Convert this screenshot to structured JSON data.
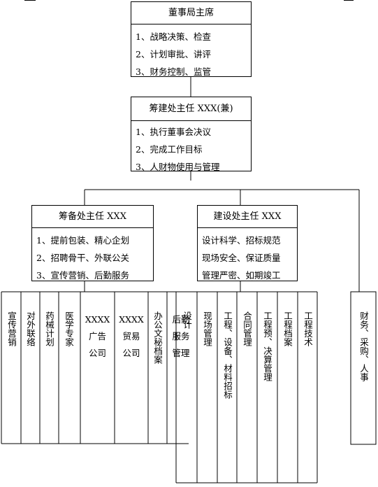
{
  "chairman": {
    "title": "董事局主席",
    "duties": [
      "1、战略决策、检查",
      "2、计划审批、讲评",
      "3、财务控制、监管"
    ]
  },
  "director": {
    "title": "筹建处主任 XXX(兼)",
    "duties": [
      "1、执行董事会决议",
      "2、完成工作目标",
      "3、人财物使用与管理"
    ]
  },
  "prep_office": {
    "title": "筹备处主任 XXX",
    "duties": [
      "1、提前包装、精心企划",
      "2、招聘骨干、外联公关",
      "3、宣传营销、后勤服务"
    ]
  },
  "construction_office": {
    "title": "建设处主任 XXX",
    "duties": [
      "设计科学、招标规范",
      "现场安全、保证质量",
      "管理严密、如期竣工"
    ]
  },
  "prep_departments": {
    "marketing": "宣传营销",
    "external": "对外联络",
    "pharma_plan": "药械计划",
    "medical_experts": "医学专家",
    "ad_company_prefix": "XXXX",
    "ad_company_name": "广告公司",
    "trade_company_prefix": "XXXX",
    "trade_company_name": "贸易公司",
    "office_secretary": "办公文秘档案",
    "logistics": "后勤服务管理"
  },
  "construction_departments": {
    "design": "设计",
    "site_management": "现场管理",
    "engineering_procurement": "工程、设备、材料招标",
    "contract_management": "合同管理",
    "budget": "工程预、决算管理",
    "archives": "工程档案",
    "technology": "工程技术"
  },
  "finance": "财务、采购、人事"
}
